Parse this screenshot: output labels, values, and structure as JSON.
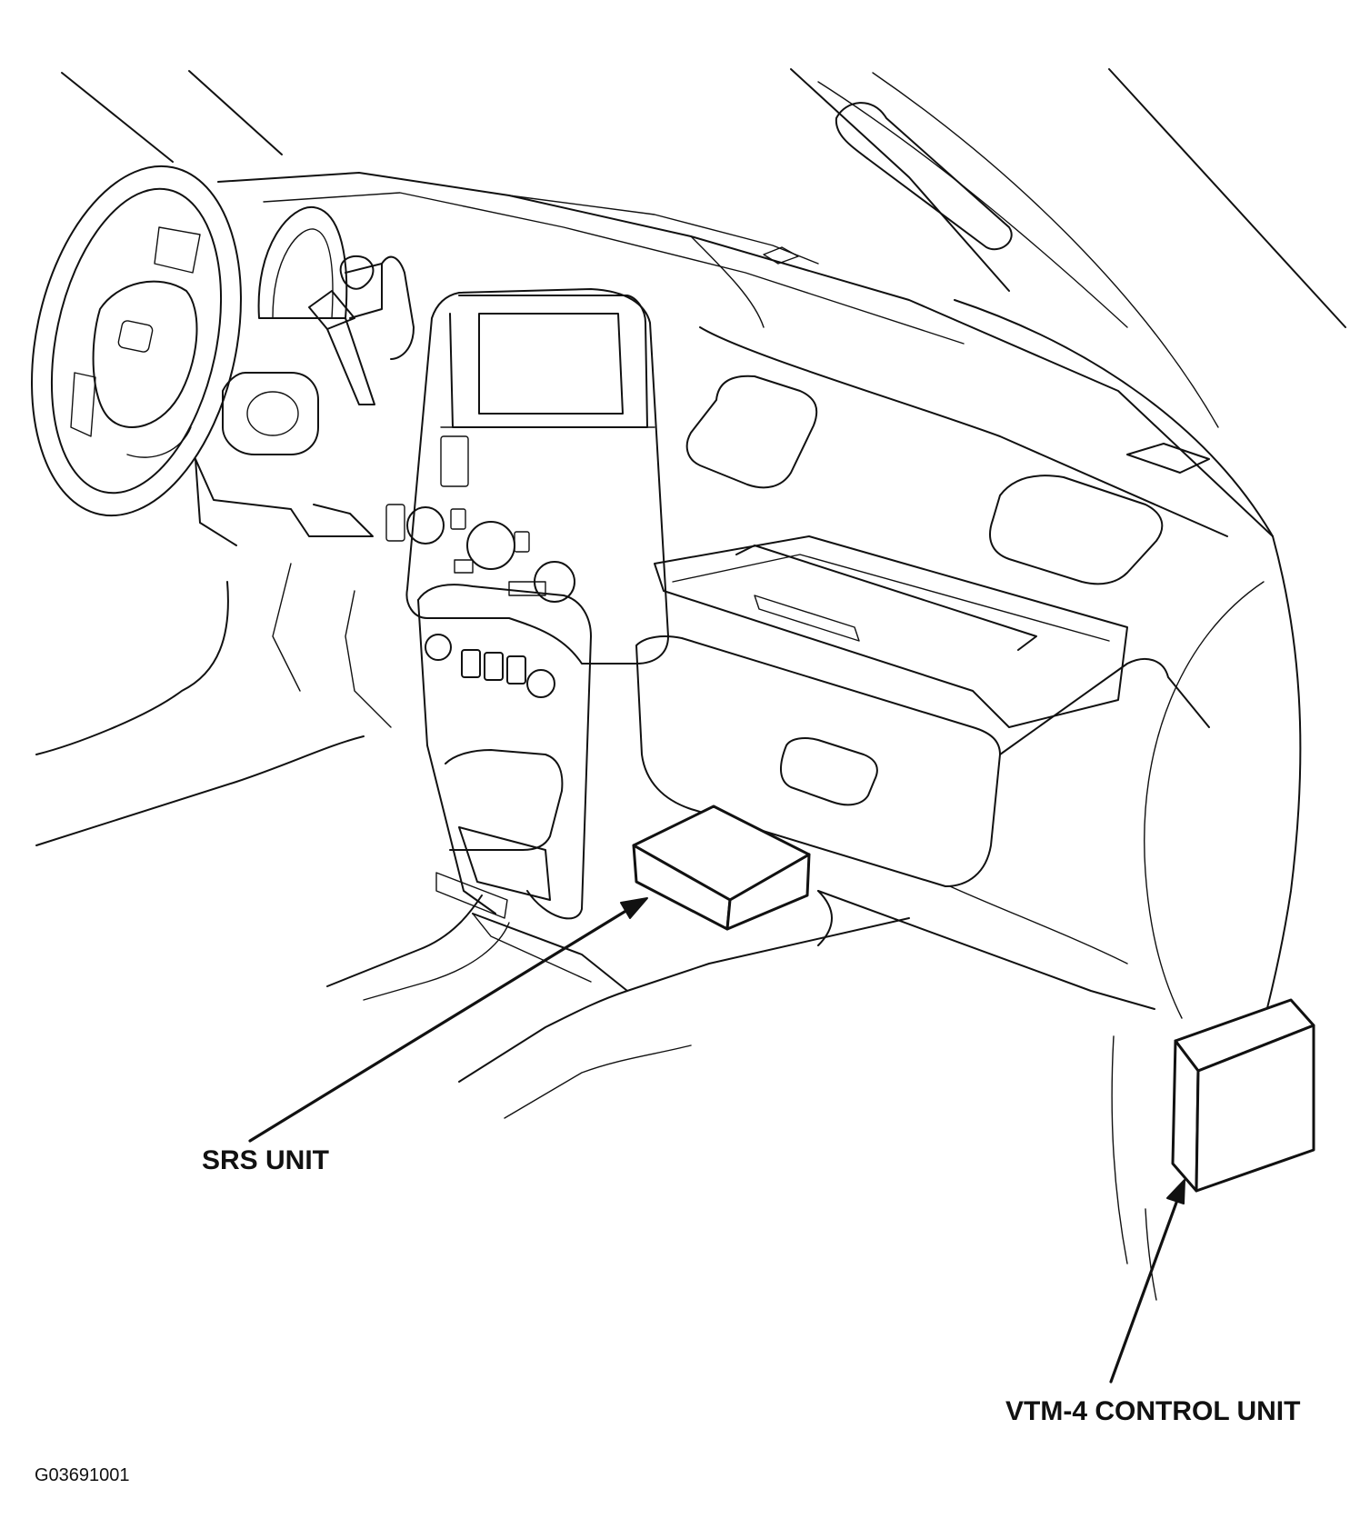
{
  "labels": {
    "srs_unit": "SRS UNIT",
    "vtm4_control_unit": "VTM-4 CONTROL UNIT"
  },
  "figure_id": "G03691001",
  "colors": {
    "line": "#111111",
    "background": "#ffffff"
  }
}
